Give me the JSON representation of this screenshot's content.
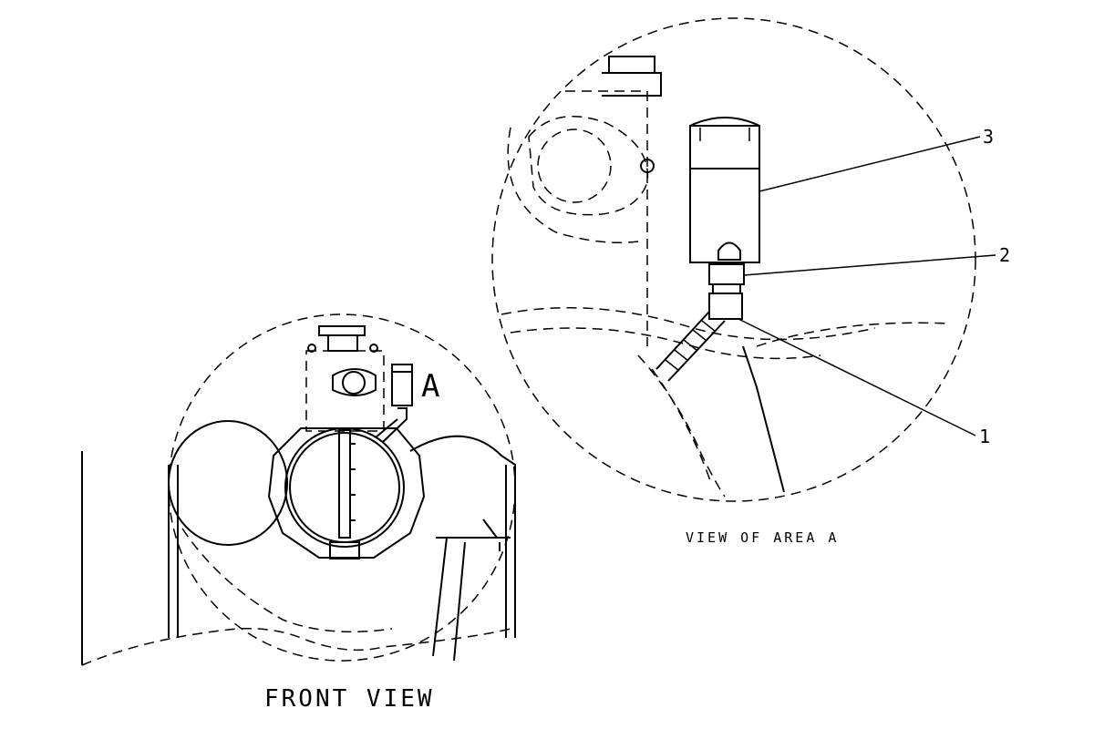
{
  "detail_view": {
    "caption": "VIEW OF AREA A",
    "callouts": [
      {
        "number": "1"
      },
      {
        "number": "2"
      },
      {
        "number": "3"
      }
    ]
  },
  "front_view": {
    "caption": "FRONT VIEW",
    "area_marker": "A"
  }
}
